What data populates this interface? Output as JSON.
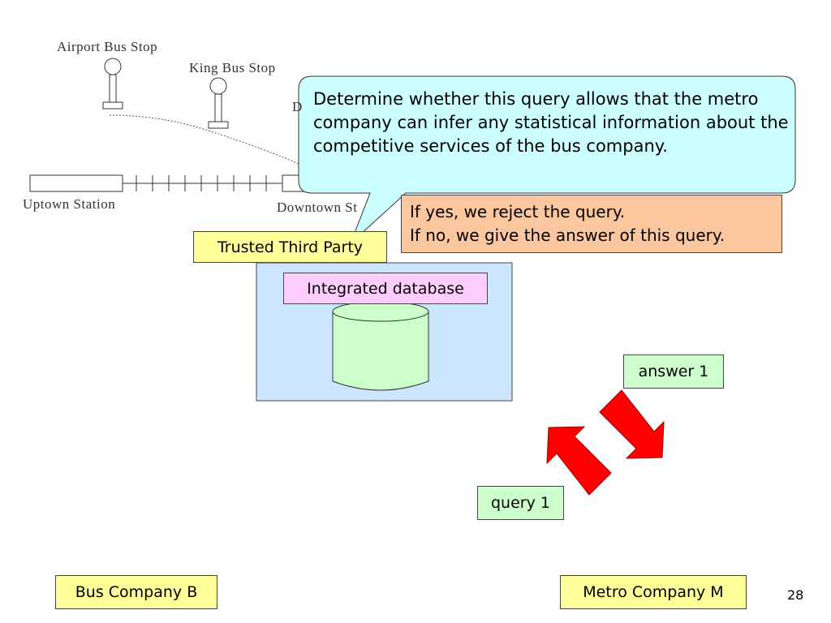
{
  "map": {
    "airport_bus_stop": "Airport Bus Stop",
    "king_bus_stop": "King Bus Stop",
    "hidden_stop_initial": "D",
    "uptown_station": "Uptown Station",
    "downtown_station": "Downtown St"
  },
  "callout": {
    "text": "Determine whether this query allows that the metro company can infer any statistical information about the competitive services of the bus company."
  },
  "decision": {
    "line1": "If yes, we reject the query.",
    "line2": "If no, we give the answer of this query."
  },
  "ttp": {
    "label": "Trusted Third Party"
  },
  "database": {
    "label": "Integrated database"
  },
  "messages": {
    "answer": "answer 1",
    "query": "query 1"
  },
  "parties": {
    "bus": "Bus Company B",
    "metro": "Metro Company M"
  },
  "colors": {
    "callout_fill": "#ccffff",
    "decision_fill": "#fcc79e",
    "yellow_fill": "#ffff99",
    "pink_fill": "#ffccff",
    "green_fill": "#ccffcc",
    "db_area_fill": "#cce6ff",
    "arrow_red": "#ff0000"
  },
  "page_number": "28"
}
